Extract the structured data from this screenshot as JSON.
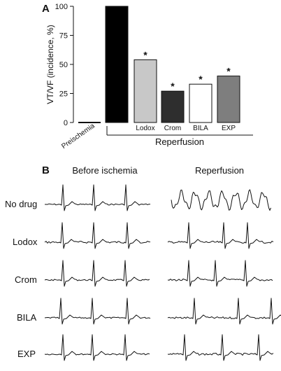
{
  "panel_a": {
    "letter": "A",
    "group_label": "Reperfusion"
  },
  "panel_b": {
    "letter": "B",
    "col_left": "Before ischemia",
    "col_right": "Reperfusion",
    "row_labels": [
      "No drug",
      "Lodox",
      "Crom",
      "BILA",
      "EXP"
    ]
  },
  "chart_data": {
    "type": "bar",
    "ylabel": "VT/VF (incidence, %)",
    "ylim": [
      0,
      100
    ],
    "yticks": [
      0,
      25,
      50,
      75,
      100
    ],
    "categories": [
      "Preischemia",
      "",
      "Lodox",
      "Crom",
      "BILA",
      "EXP"
    ],
    "values": [
      0,
      100,
      54,
      27,
      33,
      40
    ],
    "colors": [
      "#000000",
      "#000000",
      "#c8c8c8",
      "#2e2e2e",
      "#ffffff",
      "#7e7e7e"
    ],
    "significance": [
      "",
      "",
      "*",
      "*",
      "*",
      "*"
    ]
  }
}
